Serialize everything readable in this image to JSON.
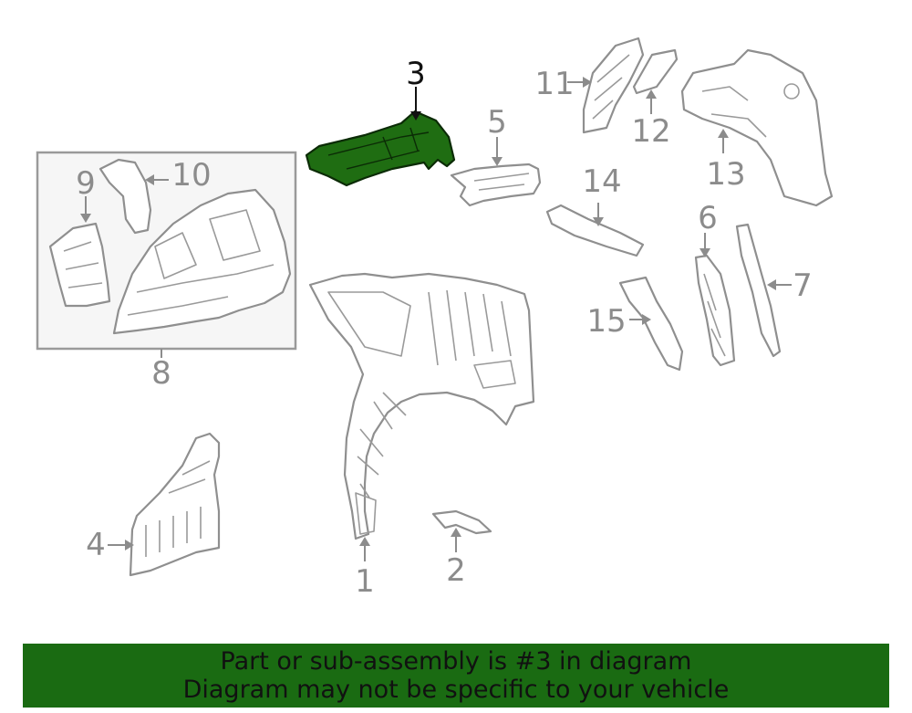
{
  "diagram": {
    "callouts": [
      {
        "id": "1",
        "label": "1"
      },
      {
        "id": "2",
        "label": "2"
      },
      {
        "id": "3",
        "label": "3"
      },
      {
        "id": "4",
        "label": "4"
      },
      {
        "id": "5",
        "label": "5"
      },
      {
        "id": "6",
        "label": "6"
      },
      {
        "id": "7",
        "label": "7"
      },
      {
        "id": "8",
        "label": "8"
      },
      {
        "id": "9",
        "label": "9"
      },
      {
        "id": "10",
        "label": "10"
      },
      {
        "id": "11",
        "label": "11"
      },
      {
        "id": "12",
        "label": "12"
      },
      {
        "id": "13",
        "label": "13"
      },
      {
        "id": "14",
        "label": "14"
      },
      {
        "id": "15",
        "label": "15"
      }
    ],
    "highlighted_part": "3",
    "colors": {
      "highlight_fill": "#1f6d12",
      "line": "#8f8f8f",
      "banner_bg": "#1a6b12",
      "box_bg": "#f6f6f6"
    }
  },
  "banner": {
    "line1": "Part or sub-assembly is #3 in diagram",
    "line2": "Diagram may not be specific to your vehicle"
  }
}
